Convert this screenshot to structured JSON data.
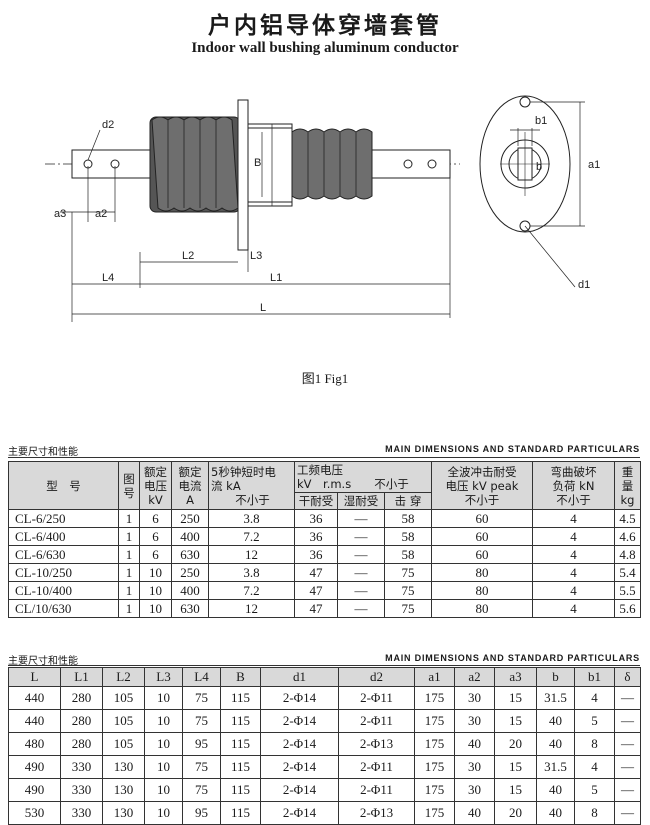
{
  "title_cn": "户内铝导体穿墙套管",
  "title_en": "Indoor wall bushing aluminum conductor",
  "figure": {
    "caption": "图1 Fig1",
    "labels": {
      "d2": "d2",
      "a3": "a3",
      "a2": "a2",
      "L2": "L2",
      "L3": "L3",
      "L4": "L4",
      "L1": "L1",
      "L": "L",
      "B": "B",
      "b1": "b1",
      "b": "b",
      "a1": "a1",
      "d1": "d1"
    }
  },
  "section1": {
    "heading_cn": "主要尺寸和性能",
    "heading_en": "MAIN DIMENSIONS AND STANDARD PARTICULARS",
    "headers": {
      "model": "型　号",
      "fig_no": [
        "图",
        "号"
      ],
      "rated_voltage": [
        "额定",
        "电压",
        "kV"
      ],
      "rated_current": [
        "额定",
        "电流",
        "A"
      ],
      "short_time_current": [
        "5秒钟短时电",
        "流 kA",
        "不小于"
      ],
      "power_freq": [
        "工频电压",
        "kV　r.m.s　　不小于"
      ],
      "dry": "干耐受",
      "wet": "湿耐受",
      "puncture": "击 穿",
      "impulse": [
        "全波冲击耐受",
        "电压 kV peak",
        "不小于"
      ],
      "bending": [
        "弯曲破坏",
        "负荷 kN",
        "不小于"
      ],
      "weight": [
        "重",
        "量",
        "kg"
      ]
    },
    "rows": [
      [
        "CL-6/250",
        "1",
        "6",
        "250",
        "3.8",
        "36",
        "—",
        "58",
        "60",
        "4",
        "4.5"
      ],
      [
        "CL-6/400",
        "1",
        "6",
        "400",
        "7.2",
        "36",
        "—",
        "58",
        "60",
        "4",
        "4.6"
      ],
      [
        "CL-6/630",
        "1",
        "6",
        "630",
        "12",
        "36",
        "—",
        "58",
        "60",
        "4",
        "4.8"
      ],
      [
        "CL-10/250",
        "1",
        "10",
        "250",
        "3.8",
        "47",
        "—",
        "75",
        "80",
        "4",
        "5.4"
      ],
      [
        "CL-10/400",
        "1",
        "10",
        "400",
        "7.2",
        "47",
        "—",
        "75",
        "80",
        "4",
        "5.5"
      ],
      [
        "CL/10/630",
        "1",
        "10",
        "630",
        "12",
        "47",
        "—",
        "75",
        "80",
        "4",
        "5.6"
      ]
    ]
  },
  "section2": {
    "heading_cn": "主要尺寸和性能",
    "heading_en": "MAIN DIMENSIONS AND STANDARD PARTICULARS",
    "headers": [
      "L",
      "L1",
      "L2",
      "L3",
      "L4",
      "B",
      "d1",
      "d2",
      "a1",
      "a2",
      "a3",
      "b",
      "b1",
      "δ"
    ],
    "rows": [
      [
        "440",
        "280",
        "105",
        "10",
        "75",
        "115",
        "2-Φ14",
        "2-Φ11",
        "175",
        "30",
        "15",
        "31.5",
        "4",
        "—"
      ],
      [
        "440",
        "280",
        "105",
        "10",
        "75",
        "115",
        "2-Φ14",
        "2-Φ11",
        "175",
        "30",
        "15",
        "40",
        "5",
        "—"
      ],
      [
        "480",
        "280",
        "105",
        "10",
        "95",
        "115",
        "2-Φ14",
        "2-Φ13",
        "175",
        "40",
        "20",
        "40",
        "8",
        "—"
      ],
      [
        "490",
        "330",
        "130",
        "10",
        "75",
        "115",
        "2-Φ14",
        "2-Φ11",
        "175",
        "30",
        "15",
        "31.5",
        "4",
        "—"
      ],
      [
        "490",
        "330",
        "130",
        "10",
        "75",
        "115",
        "2-Φ14",
        "2-Φ11",
        "175",
        "30",
        "15",
        "40",
        "5",
        "—"
      ],
      [
        "530",
        "330",
        "130",
        "10",
        "95",
        "115",
        "2-Φ14",
        "2-Φ13",
        "175",
        "40",
        "20",
        "40",
        "8",
        "—"
      ]
    ]
  }
}
